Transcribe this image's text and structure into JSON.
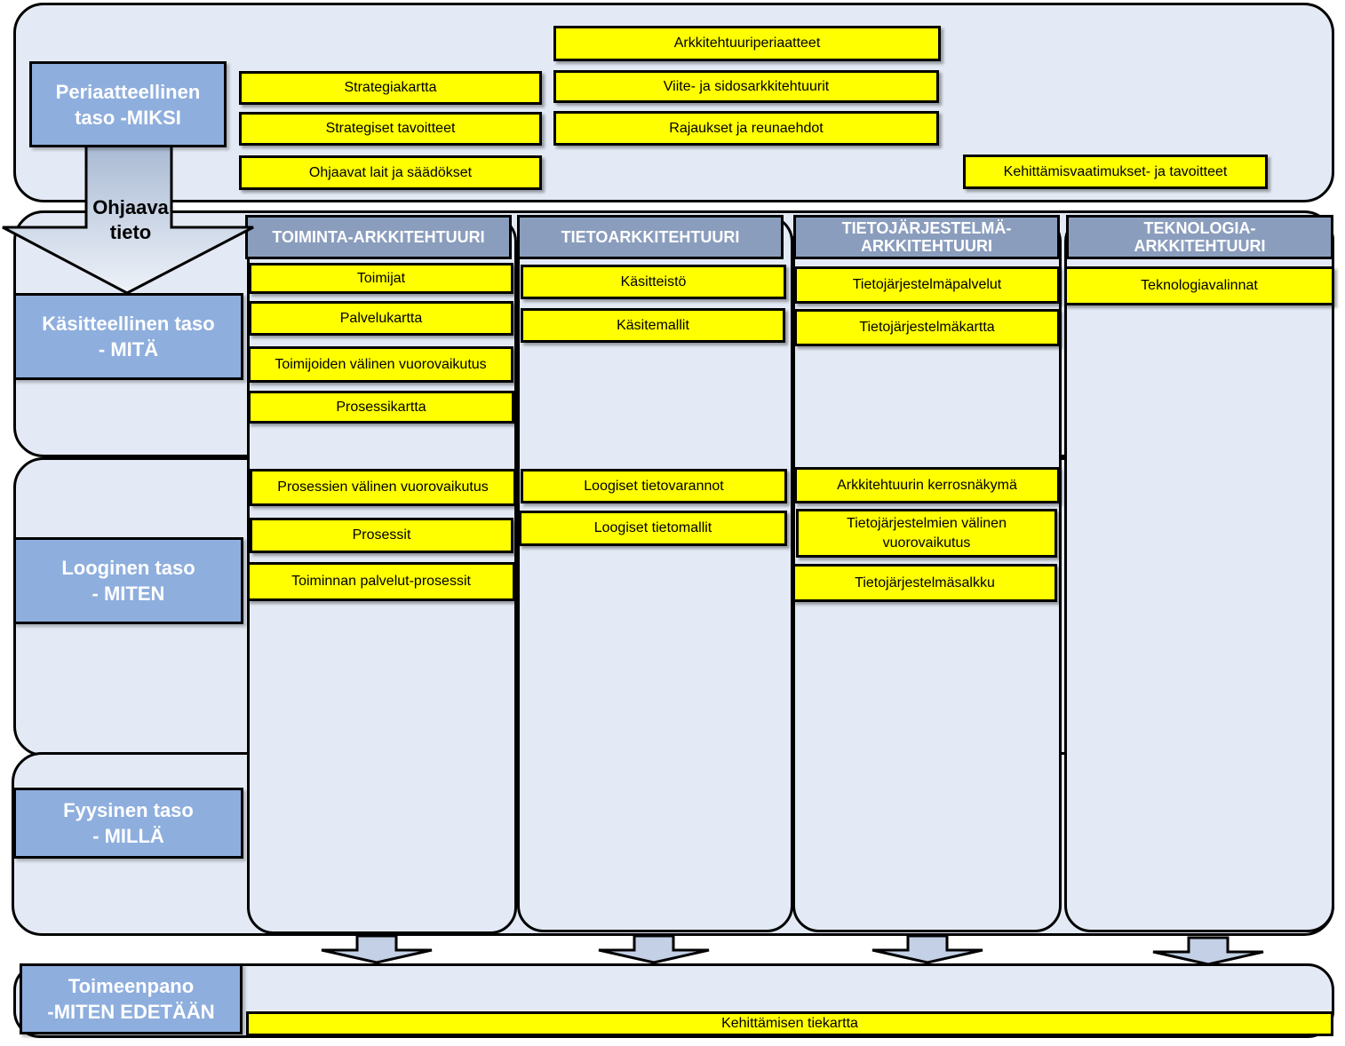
{
  "levels": {
    "principle": "Periaatteellinen\ntaso -MIKSI",
    "conceptual": "Käsitteellinen taso\n- MITÄ",
    "logical": "Looginen taso\n- MITEN",
    "physical": "Fyysinen taso\n- MILLÄ",
    "implementation": "Toimeenpano\n-MITEN EDETÄÄN"
  },
  "flow_label": "Ohjaava\ntieto",
  "principle_items": {
    "left": [
      "Strategiakartta",
      "Strategiset tavoitteet",
      "Ohjaavat lait ja säädökset"
    ],
    "middle": [
      "Arkkitehtuuriperiaatteet",
      "Viite- ja sidosarkkitehtuurit",
      "Rajaukset ja reunaehdot"
    ],
    "right": [
      "Kehittämisvaatimukset- ja tavoitteet"
    ]
  },
  "columns": [
    {
      "header": "TOIMINTA-ARKKITEHTUURI",
      "conceptual": [
        "Toimijat",
        "Palvelukartta",
        "Toimijoiden välinen vuorovaikutus",
        "Prosessikartta"
      ],
      "logical": [
        "Prosessien välinen vuorovaikutus",
        "Prosessit",
        "Toiminnan palvelut-prosessit"
      ]
    },
    {
      "header": "TIETOARKKITEHTUURI",
      "conceptual": [
        "Käsitteistö",
        "Käsitemallit"
      ],
      "logical": [
        "Loogiset tietovarannot",
        "Loogiset tietomallit"
      ]
    },
    {
      "header": "TIETOJÄRJESTELMÄ-\nARKKITEHTUURI",
      "conceptual": [
        "Tietojärjestelmäpalvelut",
        "Tietojärjestelmäkartta"
      ],
      "logical": [
        "Arkkitehtuurin kerrosnäkymä",
        "Tietojärjestelmien välinen\nvuorovaikutus",
        "Tietojärjestelmäsalkku"
      ]
    },
    {
      "header": "TEKNOLOGIA-\nARKKITEHTUURI",
      "conceptual": [
        "Teknologiavalinnat"
      ],
      "logical": []
    }
  ],
  "roadmap": "Kehittämisen tiekartta",
  "colors": {
    "band_fill": "#e4eaf5",
    "level_fill": "#8eaedd",
    "header_fill": "#8a9dbd",
    "item_fill": "#ffff00",
    "outline": "#000000"
  }
}
